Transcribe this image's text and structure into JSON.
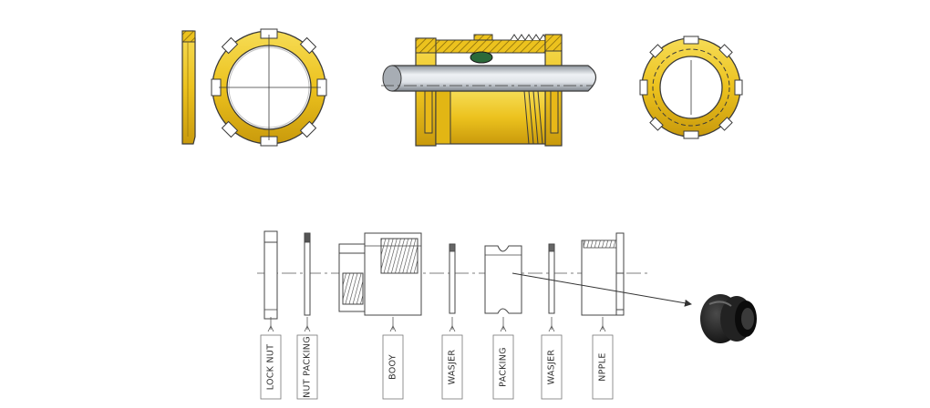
{
  "colors": {
    "brass": "#ecc21e",
    "brass_dark": "#b08a10",
    "outline": "#3a3a3a",
    "rod": "#dfe3e8",
    "rod_dark": "#8c939b",
    "seal": "#1a1a1a",
    "line": "#555555"
  },
  "parts": [
    {
      "label": "LOCK NUT"
    },
    {
      "label": "NUT PACKING"
    },
    {
      "label": "BOOY"
    },
    {
      "label": "WASJER"
    },
    {
      "label": "PACKING"
    },
    {
      "label": "WASJER"
    },
    {
      "label": "NPPLE"
    }
  ]
}
